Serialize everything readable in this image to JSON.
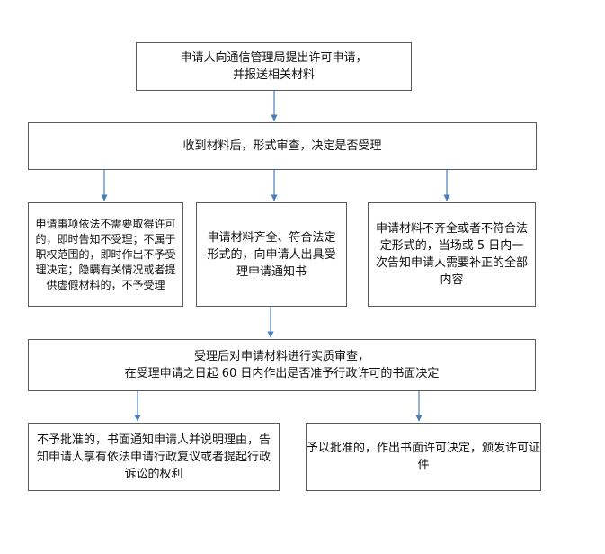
{
  "diagram": {
    "nodes": {
      "apply": "申请人向通信管理局提出许可申请，\n并报送相关材料",
      "review_form": "收到材料后，形式审查，决定是否受理",
      "not_needed": "申请事项依法不需要取得许可的，即时告知不受理；不属于职权范围的，即时作出不予受理决定；隐瞒有关情况或者提供虚假材料的，不予受理",
      "accept": "申请材料齐全、符合法定形式的，向申请人出具受理申请通知书",
      "incomplete": "申请材料不齐全或者不符合法定形式的，当场或 5 日内一次告知申请人需要补正的全部内容",
      "substantive": "受理后对申请材料进行实质审查，\n在受理申请之日起 60 日内作出是否准予行政许可的书面决定",
      "reject": "不予批准的，书面通知申请人并说明理由，告知申请人享有依法申请行政复议或者提起行政诉讼的权利",
      "approve": "予以批准的，作出书面许可决定，颁发许可证件"
    },
    "colors": {
      "arrow": "#4a7ebb",
      "border": "#5a5a5a"
    }
  }
}
